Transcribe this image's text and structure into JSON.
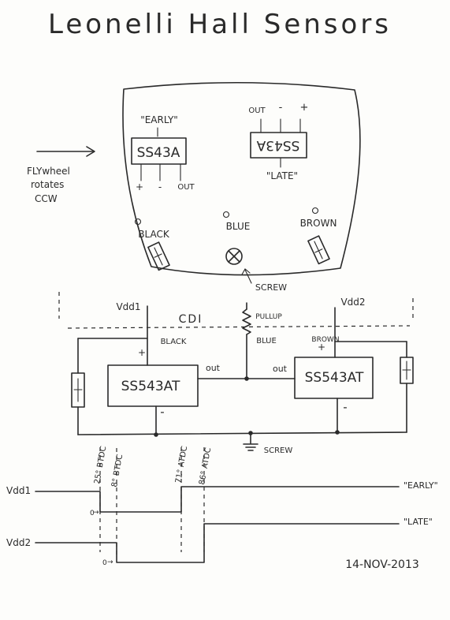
{
  "title": "Leonelli Hall Sensors",
  "flywheel_note": [
    "FLYwheel",
    "rotates",
    "CCW"
  ],
  "sensor_early": {
    "caption": "\"EARLY\"",
    "part": "SS43A",
    "pins": [
      "+",
      "-",
      "OUT"
    ]
  },
  "sensor_late": {
    "caption": "\"LATE\"",
    "part": "SS43A",
    "pins": [
      "OUT",
      "-",
      "+"
    ]
  },
  "wires": {
    "black": "BLACK",
    "blue": "BLUE",
    "brown": "BROWN"
  },
  "screw_label": "SCREW",
  "schematic": {
    "cdi": "CDI",
    "vdd1": "Vdd1",
    "vdd2": "Vdd2",
    "black": "BLACK",
    "brown": "BROWN",
    "pullup": "PULLUP",
    "blue": "BLUE",
    "ic_left": "SS543AT",
    "ic_right": "SS543AT",
    "out_left": "out",
    "out_right": "out",
    "plus": "+",
    "minus": "-",
    "ground": "SCREW"
  },
  "timing": {
    "vdd1": "Vdd1",
    "vdd2": "Vdd2",
    "early": "\"EARLY\"",
    "late": "\"LATE\"",
    "zero": "0",
    "markers": [
      "25° BTDC",
      "8° BTDC",
      "71° ATDC",
      "86° ATDC"
    ]
  },
  "date": "14-NOV-2013"
}
